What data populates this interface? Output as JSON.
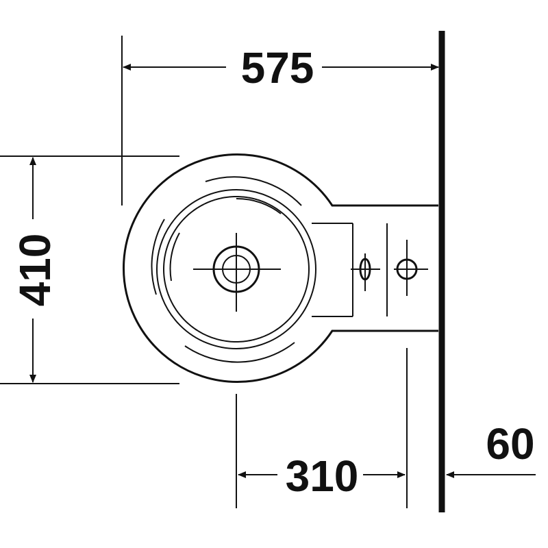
{
  "drawing": {
    "line_color": "#111111",
    "background": "#ffffff"
  },
  "dimensions": {
    "width_total": "575",
    "depth": "410",
    "center_to_fixing": "310",
    "wall_offset": "60"
  }
}
